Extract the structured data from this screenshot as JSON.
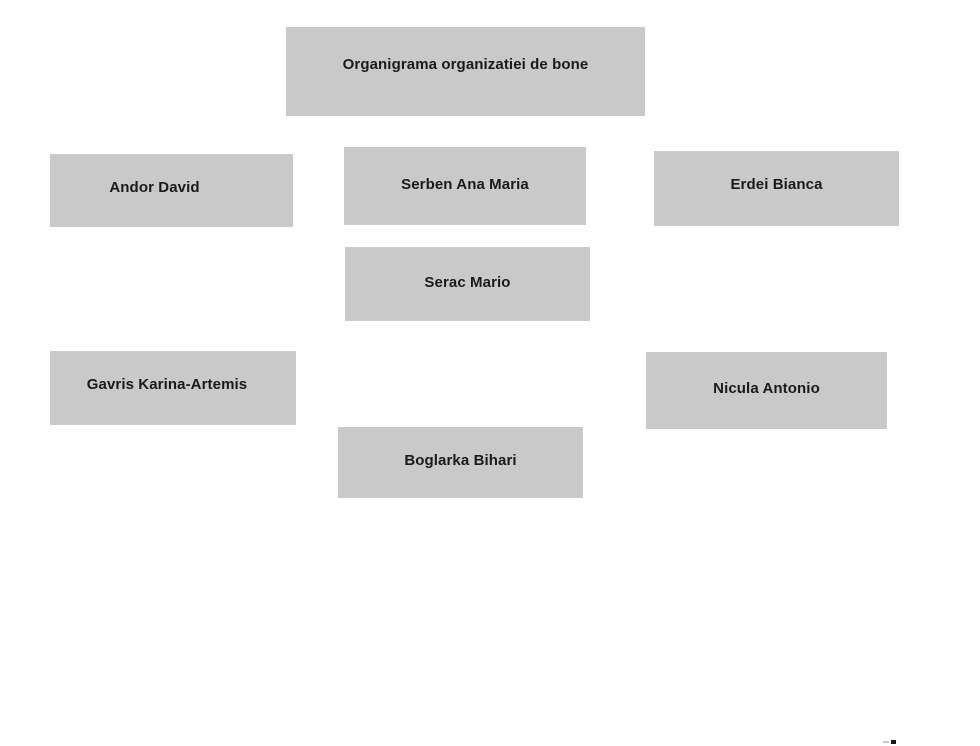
{
  "diagram": {
    "type": "org-chart",
    "title": "Organigrama organizatiei de bone",
    "background_color": "#ffffff",
    "box_color": "#c9c9c9",
    "text_color": "#1a1a1a",
    "connectors_visible": false,
    "nodes": [
      {
        "id": "root",
        "label": "Organigrama organizatiei de bone",
        "row": 1
      },
      {
        "id": "andor-david",
        "label": "Andor David",
        "row": 2
      },
      {
        "id": "serben-ana-maria",
        "label": "Serben Ana Maria",
        "row": 2
      },
      {
        "id": "erdei-bianca",
        "label": "Erdei Bianca",
        "row": 2
      },
      {
        "id": "serac-mario",
        "label": "Serac Mario",
        "row": 3
      },
      {
        "id": "gavris-karina-artemis",
        "label": "Gavris Karina-Artemis",
        "row": 4
      },
      {
        "id": "nicula-antonio",
        "label": "Nicula Antonio",
        "row": 4
      },
      {
        "id": "boglarka-bihari",
        "label": "Boglarka Bihari",
        "row": 5
      }
    ]
  }
}
